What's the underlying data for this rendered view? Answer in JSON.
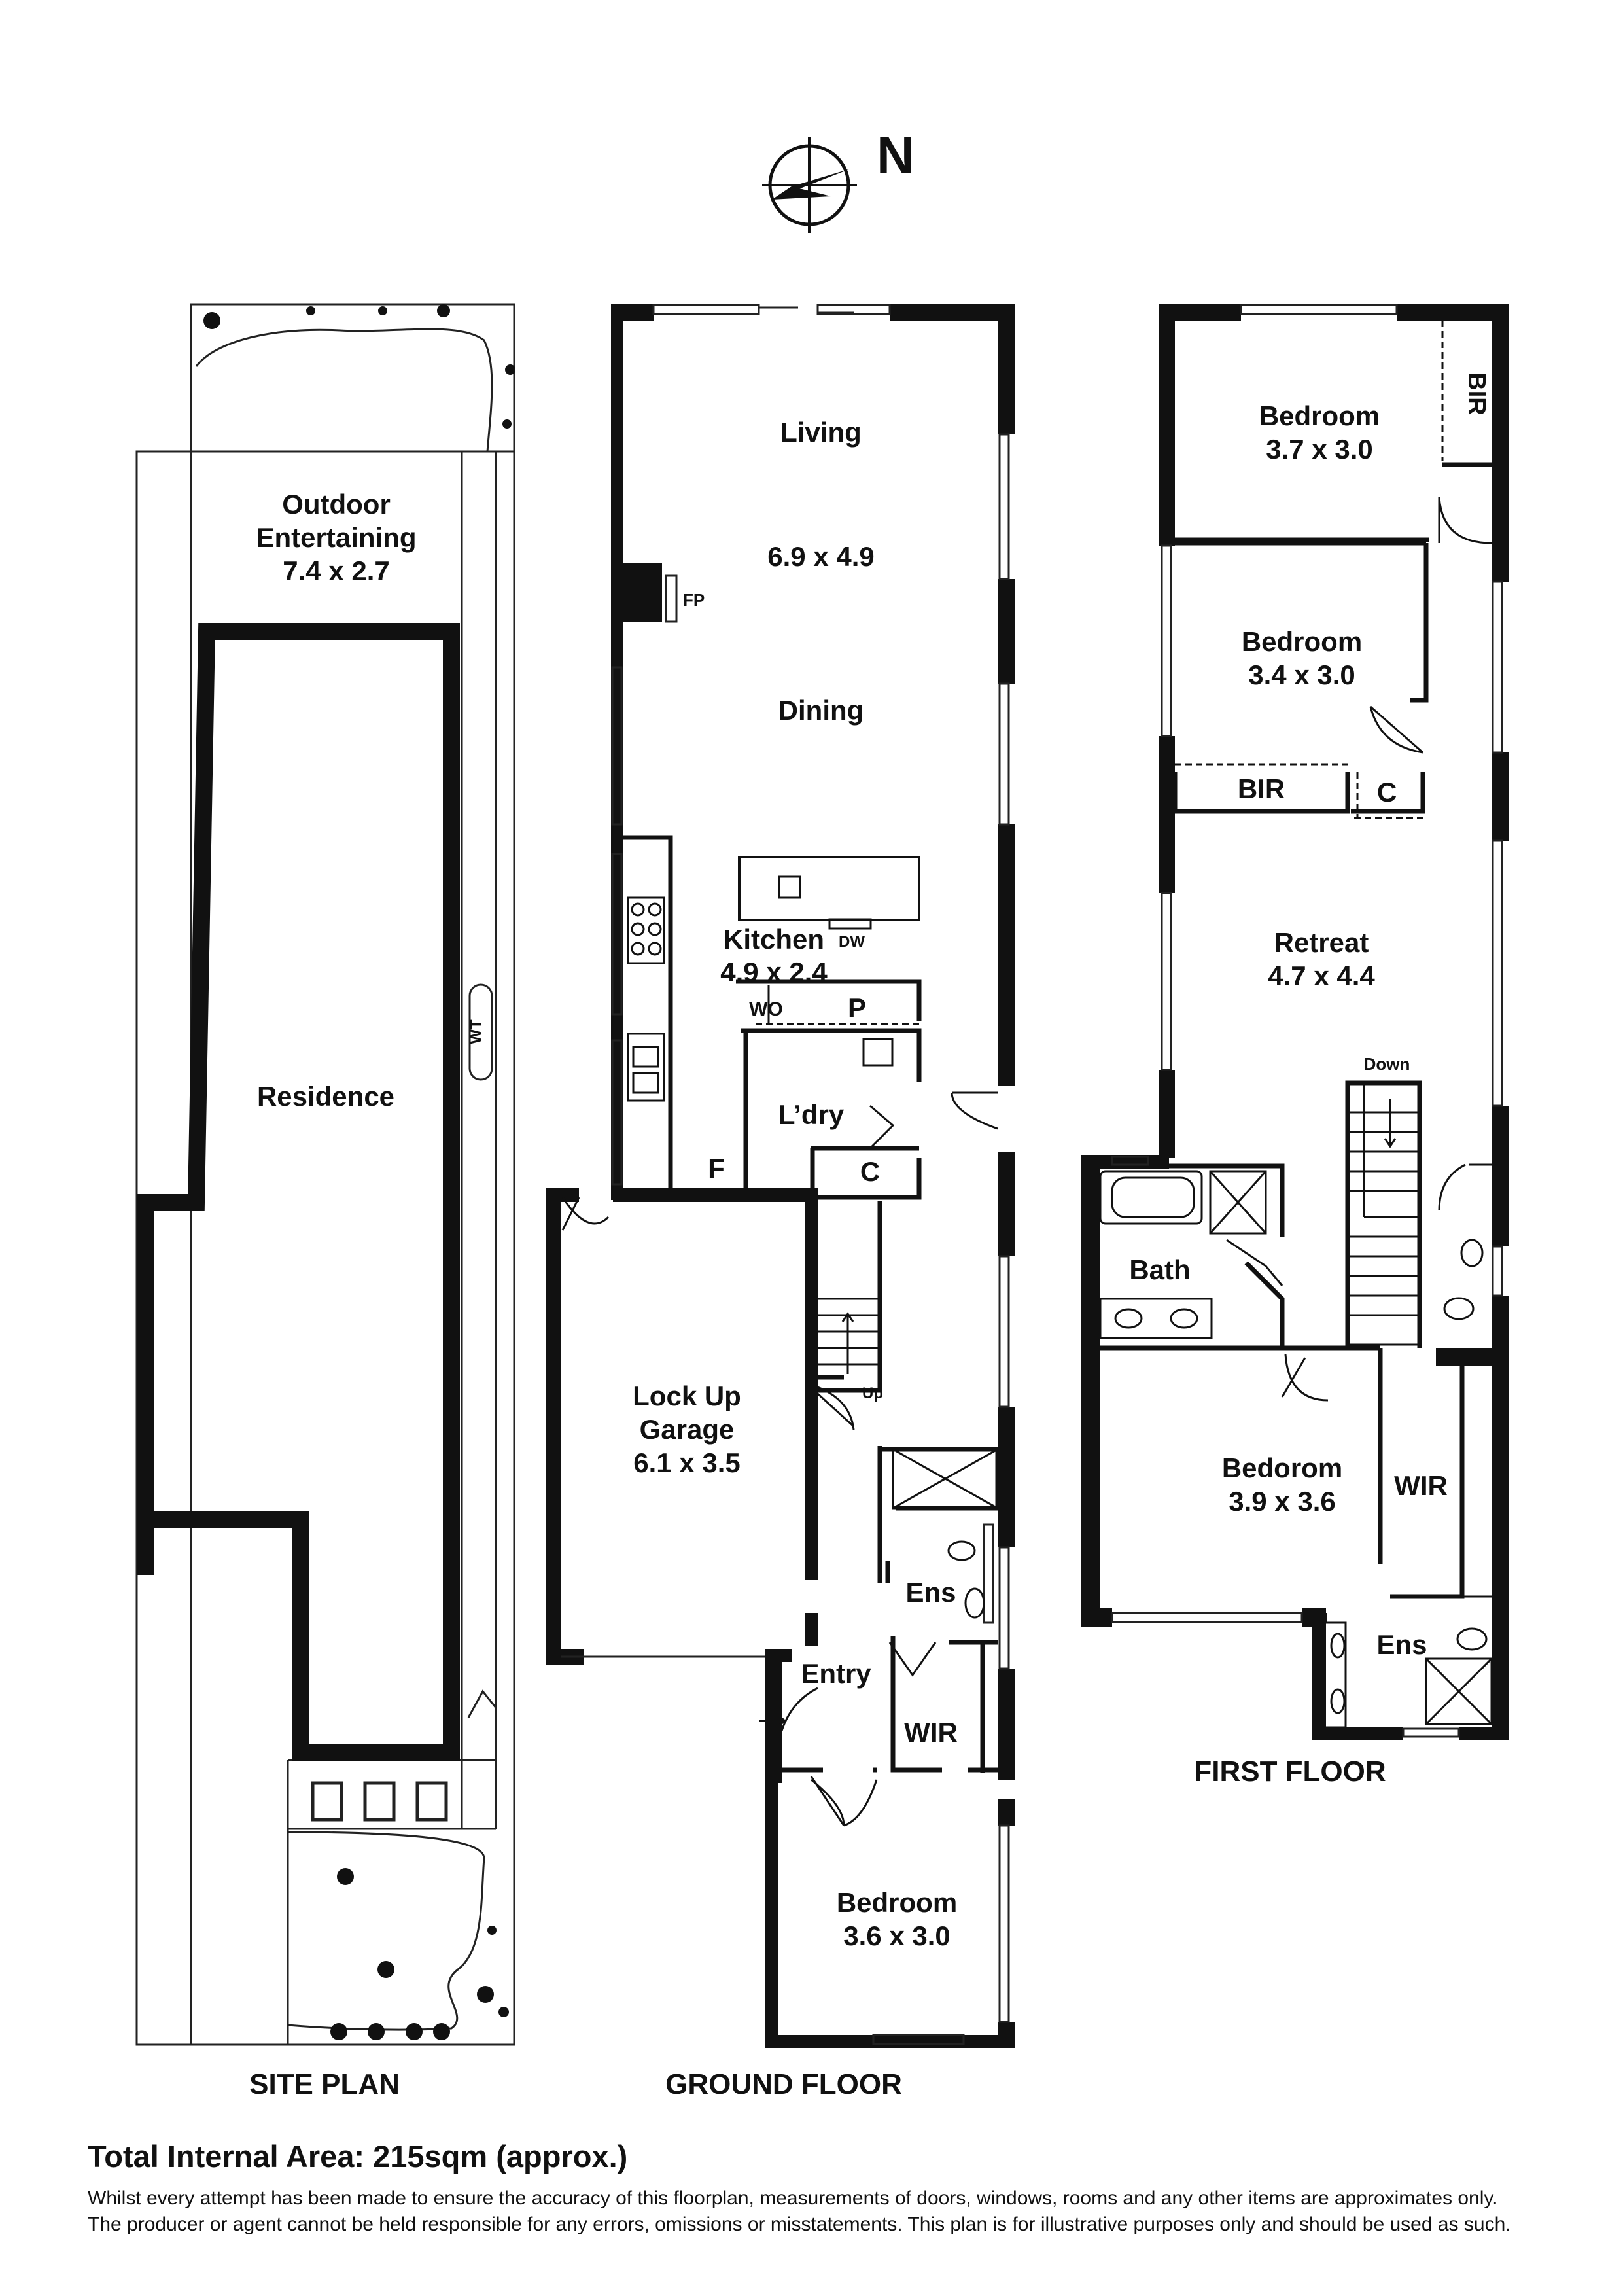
{
  "compass": {
    "label": "N"
  },
  "sections": {
    "site_plan": "SITE PLAN",
    "ground_floor": "GROUND FLOOR",
    "first_floor": "FIRST FLOOR"
  },
  "site_plan": {
    "outdoor": [
      "Outdoor",
      "Entertaining",
      "7.4 x 2.7"
    ],
    "residence": "Residence",
    "wt": "WT"
  },
  "ground_floor": {
    "living": "Living",
    "living_dims": "6.9 x 4.9",
    "dining": "Dining",
    "fp": "FP",
    "kitchen": "Kitchen",
    "kitchen_dims": "4.9 x 2.4",
    "dw": "DW",
    "wo": "WO",
    "pantry": "P",
    "laundry": "L’dry",
    "cupboard": "C",
    "fridge": "F",
    "garage": [
      "Lock Up",
      "Garage",
      "6.1 x 3.5"
    ],
    "up": "Up",
    "ensuite": "Ens",
    "entry": "Entry",
    "wir": "WIR",
    "bedroom": "Bedroom",
    "bedroom_dims": "3.6 x 3.0"
  },
  "first_floor": {
    "bed1": "Bedroom",
    "bed1_dims": "3.7 x 3.0",
    "bir_vertical": "BIR",
    "bed2": "Bedroom",
    "bed2_dims": "3.4 x 3.0",
    "bir": "BIR",
    "cupboard": "C",
    "retreat": "Retreat",
    "retreat_dims": "4.7 x 4.4",
    "down": "Down",
    "bath": "Bath",
    "bed3": "Bedorom",
    "bed3_dims": "3.9 x 3.6",
    "wir": "WIR",
    "ensuite": "Ens"
  },
  "footer": {
    "total_area": "Total Internal Area: 215sqm (approx.)",
    "disclaimer_1": "Whilst every attempt has been made to ensure the accuracy of this floorplan, measurements of doors, windows, rooms and any other items are approximates only.",
    "disclaimer_2": "The producer or agent cannot be held responsible for any errors, omissions or misstatements. This plan is for illustrative purposes only and should be used as such."
  }
}
